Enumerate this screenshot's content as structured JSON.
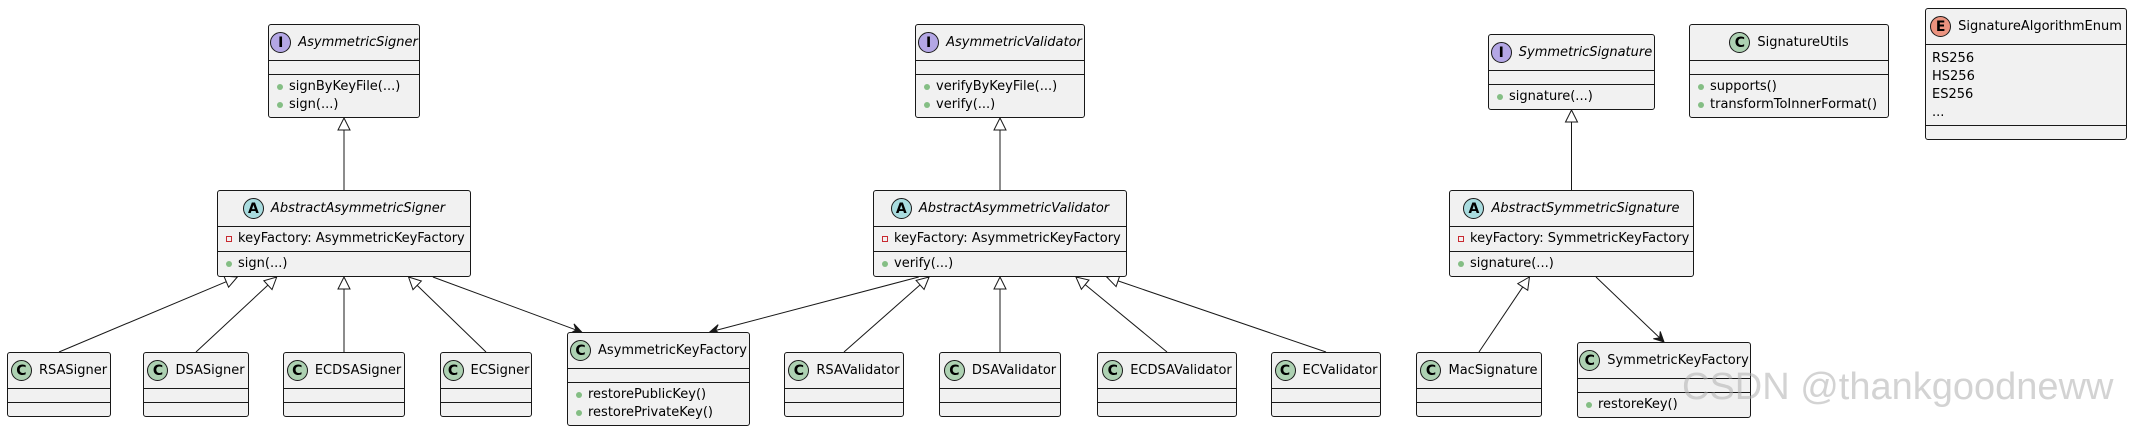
{
  "classes": {
    "asym_signer": {
      "stereotype": "I",
      "name": "AsymmetricSigner",
      "italic": true,
      "attributes": [],
      "methods": [
        {
          "vis": "public",
          "text": "signByKeyFile(...)"
        },
        {
          "vis": "public",
          "text": "sign(...)"
        }
      ]
    },
    "asym_validator": {
      "stereotype": "I",
      "name": "AsymmetricValidator",
      "italic": true,
      "attributes": [],
      "methods": [
        {
          "vis": "public",
          "text": "verifyByKeyFile(...)"
        },
        {
          "vis": "public",
          "text": "verify(...)"
        }
      ]
    },
    "sym_signature": {
      "stereotype": "I",
      "name": "SymmetricSignature",
      "italic": true,
      "attributes": [],
      "methods": [
        {
          "vis": "public",
          "text": "signature(...)"
        }
      ]
    },
    "signature_utils": {
      "stereotype": "C",
      "name": "SignatureUtils",
      "italic": false,
      "attributes": [],
      "methods": [
        {
          "vis": "public",
          "text": "supports()"
        },
        {
          "vis": "public",
          "text": "transformToInnerFormat()"
        }
      ]
    },
    "sig_enum": {
      "stereotype": "E",
      "name": "SignatureAlgorithmEnum",
      "italic": false,
      "values": [
        "RS256",
        "HS256",
        "ES256",
        "..."
      ]
    },
    "abs_asym_signer": {
      "stereotype": "A",
      "name": "AbstractAsymmetricSigner",
      "italic": true,
      "attributes": [
        {
          "vis": "private",
          "text": "keyFactory: AsymmetricKeyFactory"
        }
      ],
      "methods": [
        {
          "vis": "public",
          "text": "sign(...)"
        }
      ]
    },
    "abs_asym_validator": {
      "stereotype": "A",
      "name": "AbstractAsymmetricValidator",
      "italic": true,
      "attributes": [
        {
          "vis": "private",
          "text": "keyFactory: AsymmetricKeyFactory"
        }
      ],
      "methods": [
        {
          "vis": "public",
          "text": "verify(...)"
        }
      ]
    },
    "abs_sym_signature": {
      "stereotype": "A",
      "name": "AbstractSymmetricSignature",
      "italic": true,
      "attributes": [
        {
          "vis": "private",
          "text": "keyFactory: SymmetricKeyFactory"
        }
      ],
      "methods": [
        {
          "vis": "public",
          "text": "signature(...)"
        }
      ]
    },
    "rsa_signer": {
      "stereotype": "C",
      "name": "RSASigner",
      "italic": false,
      "attributes": [],
      "methods": []
    },
    "dsa_signer": {
      "stereotype": "C",
      "name": "DSASigner",
      "italic": false,
      "attributes": [],
      "methods": []
    },
    "ecdsa_signer": {
      "stereotype": "C",
      "name": "ECDSASigner",
      "italic": false,
      "attributes": [],
      "methods": []
    },
    "ec_signer": {
      "stereotype": "C",
      "name": "ECSigner",
      "italic": false,
      "attributes": [],
      "methods": []
    },
    "asym_key_factory": {
      "stereotype": "C",
      "name": "AsymmetricKeyFactory",
      "italic": false,
      "attributes": [],
      "methods": [
        {
          "vis": "public",
          "text": "restorePublicKey()"
        },
        {
          "vis": "public",
          "text": "restorePrivateKey()"
        }
      ]
    },
    "rsa_validator": {
      "stereotype": "C",
      "name": "RSAValidator",
      "italic": false,
      "attributes": [],
      "methods": []
    },
    "dsa_validator": {
      "stereotype": "C",
      "name": "DSAValidator",
      "italic": false,
      "attributes": [],
      "methods": []
    },
    "ecdsa_validator": {
      "stereotype": "C",
      "name": "ECDSAValidator",
      "italic": false,
      "attributes": [],
      "methods": []
    },
    "ec_validator": {
      "stereotype": "C",
      "name": "ECValidator",
      "italic": false,
      "attributes": [],
      "methods": []
    },
    "mac_signature": {
      "stereotype": "C",
      "name": "MacSignature",
      "italic": false,
      "attributes": [],
      "methods": []
    },
    "sym_key_factory": {
      "stereotype": "C",
      "name": "SymmetricKeyFactory",
      "italic": false,
      "attributes": [],
      "methods": [
        {
          "vis": "public",
          "text": "restoreKey()"
        }
      ]
    }
  },
  "relations": [
    {
      "type": "inheritance",
      "from": "abs_asym_signer",
      "to": "asym_signer"
    },
    {
      "type": "inheritance",
      "from": "abs_asym_validator",
      "to": "asym_validator"
    },
    {
      "type": "inheritance",
      "from": "abs_sym_signature",
      "to": "sym_signature"
    },
    {
      "type": "inheritance",
      "from": "rsa_signer",
      "to": "abs_asym_signer"
    },
    {
      "type": "inheritance",
      "from": "dsa_signer",
      "to": "abs_asym_signer"
    },
    {
      "type": "inheritance",
      "from": "ecdsa_signer",
      "to": "abs_asym_signer"
    },
    {
      "type": "inheritance",
      "from": "ec_signer",
      "to": "abs_asym_signer"
    },
    {
      "type": "inheritance",
      "from": "rsa_validator",
      "to": "abs_asym_validator"
    },
    {
      "type": "inheritance",
      "from": "dsa_validator",
      "to": "abs_asym_validator"
    },
    {
      "type": "inheritance",
      "from": "ecdsa_validator",
      "to": "abs_asym_validator"
    },
    {
      "type": "inheritance",
      "from": "ec_validator",
      "to": "abs_asym_validator"
    },
    {
      "type": "inheritance",
      "from": "mac_signature",
      "to": "abs_sym_signature"
    },
    {
      "type": "association",
      "from": "abs_asym_signer",
      "to": "asym_key_factory"
    },
    {
      "type": "association",
      "from": "abs_asym_validator",
      "to": "asym_key_factory"
    },
    {
      "type": "association",
      "from": "abs_sym_signature",
      "to": "sym_key_factory"
    }
  ],
  "watermark": "CSDN @thankgoodneww",
  "colors": {
    "interface": "#b4a7e5",
    "abstract": "#a9dcdf",
    "class": "#add1b2",
    "enum": "#eb937f",
    "box": "#f1f1f1",
    "line": "#181818"
  }
}
